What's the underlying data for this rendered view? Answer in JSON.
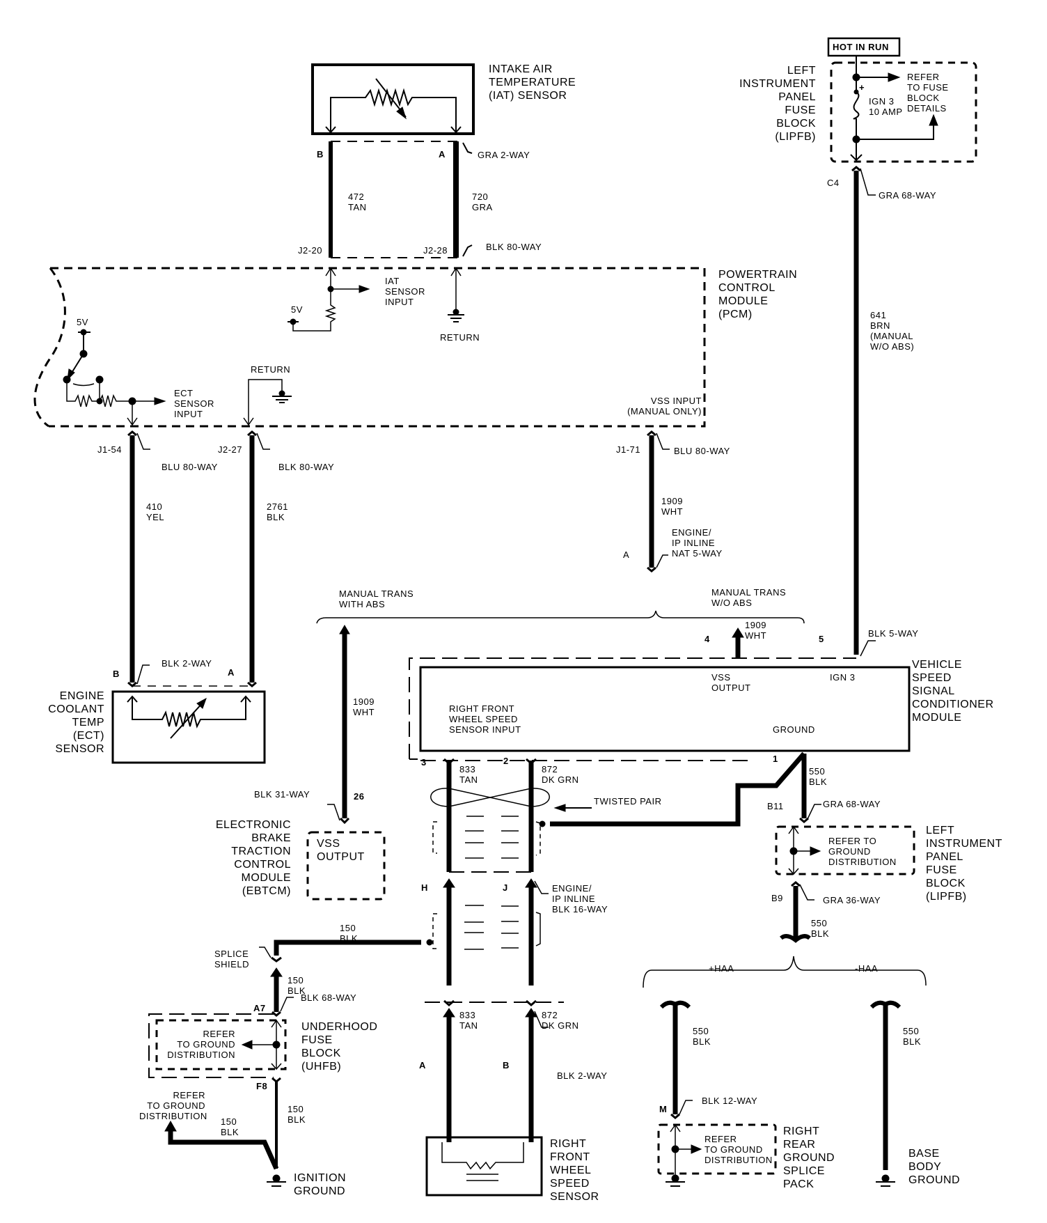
{
  "title": "Vehicle Speed Sensor / IAT / ECT Wiring Schematic",
  "components": {
    "iat_sensor": {
      "name": "INTAKE AIR\nTEMPERATURE\n(IAT) SENSOR",
      "connector": "GRA 2-WAY",
      "pin_b": "B",
      "pin_a": "A"
    },
    "pcm": {
      "name": "POWERTRAIN\nCONTROL\nMODULE\n(PCM)",
      "iat_input": "IAT\nSENSOR\nINPUT",
      "five_v_iat": "5V",
      "return_iat": "RETURN",
      "five_v_ect": "5V",
      "ect_input": "ECT\nSENSOR\nINPUT",
      "return_ect": "RETURN",
      "vss_input": "VSS INPUT\n(MANUAL ONLY)"
    },
    "lipfb_top": {
      "name": "LEFT\nINSTRUMENT\nPANEL\nFUSE\nBLOCK\n(LIPFB)",
      "hot_label": "HOT IN RUN",
      "fuse": "IGN 3\n10 AMP",
      "plus": "+",
      "refer": "REFER\nTO FUSE\nBLOCK\nDETAILS",
      "pin": "C4",
      "connector": "GRA 68-WAY"
    },
    "ect_sensor": {
      "name": "ENGINE\nCOOLANT\nTEMP\n(ECT)\nSENSOR",
      "connector": "BLK 2-WAY",
      "pin_b": "B",
      "pin_a": "A"
    },
    "vsscm": {
      "name": "VEHICLE\nSPEED\nSIGNAL\nCONDITIONER\nMODULE",
      "vss_output": "VSS\nOUTPUT",
      "ign": "IGN 3",
      "rf_input": "RIGHT FRONT\nWHEEL SPEED\nSENSOR INPUT",
      "ground": "GROUND",
      "pin4": "4",
      "pin5": "5",
      "pin3": "3",
      "pin2": "2",
      "pin1": "1",
      "connector": "BLK 5-WAY"
    },
    "ebtcm": {
      "name": "ELECTRONIC\nBRAKE\nTRACTION\nCONTROL\nMODULE\n(EBTCM)",
      "vss_output": "VSS\nOUTPUT",
      "connector": "BLK 31-WAY",
      "pin": "26"
    },
    "lipfb_bottom": {
      "name": "LEFT\nINSTRUMENT\nPANEL\nFUSE\nBLOCK\n(LIPFB)",
      "refer": "REFER TO\nGROUND\nDISTRIBUTION",
      "pin_top": "B11",
      "conn_top": "GRA 68-WAY",
      "pin_bot": "B9",
      "conn_bot": "GRA 36-WAY"
    },
    "uhfb": {
      "name": "UNDERHOOD\nFUSE\nBLOCK\n(UHFB)",
      "refer": "REFER\nTO GROUND\nDISTRIBUTION",
      "pin_top": "A7",
      "connector": "BLK 68-WAY",
      "pin_bot": "F8"
    },
    "splice_shield": {
      "name": "SPLICE\nSHIELD"
    },
    "ignition_ground": {
      "name": "IGNITION\nGROUND",
      "refer": "REFER\nTO GROUND\nDISTRIBUTION"
    },
    "rf_wss": {
      "name": "RIGHT\nFRONT\nWHEEL\nSPEED\nSENSOR",
      "connector": "BLK 2-WAY",
      "pin_a": "A",
      "pin_b": "B"
    },
    "inline16": {
      "connector": "ENGINE/\nIP INLINE\nBLK 16-WAY",
      "pin_h": "H",
      "pin_j": "J"
    },
    "inline5": {
      "connector": "ENGINE/\nIP INLINE\nNAT 5-WAY",
      "pin": "A"
    },
    "twisted_pair": {
      "label": "TWISTED PAIR"
    },
    "rrgsp": {
      "name": "RIGHT\nREAR\nGROUND\nSPLICE\nPACK",
      "refer": "REFER\nTO GROUND\nDISTRIBUTION",
      "pin": "M",
      "connector": "BLK 12-WAY"
    },
    "base_body_ground": {
      "name": "BASE\nBODY\nGROUND"
    }
  },
  "wires": {
    "w472": "472\nTAN",
    "w720": "720\nGRA",
    "iat_pin_b": "J2-20",
    "iat_pin_a": "J2-28",
    "pcm_conn_iat": "BLK 80-WAY",
    "w410": "410\nYEL",
    "w2761": "2761\nBLK",
    "ect_pin": "J1-54",
    "ect_conn": "BLU 80-WAY",
    "ret_pin": "J2-27",
    "ret_conn": "BLK 80-WAY",
    "vss_pin": "J1-71",
    "vss_conn": "BLU 80-WAY",
    "w1909_top": "1909\nWHT",
    "w1909_abs": "1909\nWHT",
    "w1909_vsscm": "1909\nWHT",
    "w641": "641\nBRN\n(MANUAL\nW/O ABS)",
    "w833_top": "833\nTAN",
    "w872_top": "872\nDK GRN",
    "w833_bot": "833\nTAN",
    "w872_bot": "872\nDK GRN",
    "w550_a": "550\nBLK",
    "w550_b": "550\nBLK",
    "w550_c": "550\nBLK",
    "w550_d": "550\nBLK",
    "w150_a": "150\nBLK",
    "w150_b": "150\nBLK",
    "w150_c": "150\nBLK",
    "w150_d": "150\nBLK"
  },
  "options": {
    "with_abs": "MANUAL TRANS\nWITH ABS",
    "without_abs": "MANUAL TRANS\nW/O ABS",
    "plus_haa": "+HAA",
    "minus_haa": "-HAA"
  }
}
